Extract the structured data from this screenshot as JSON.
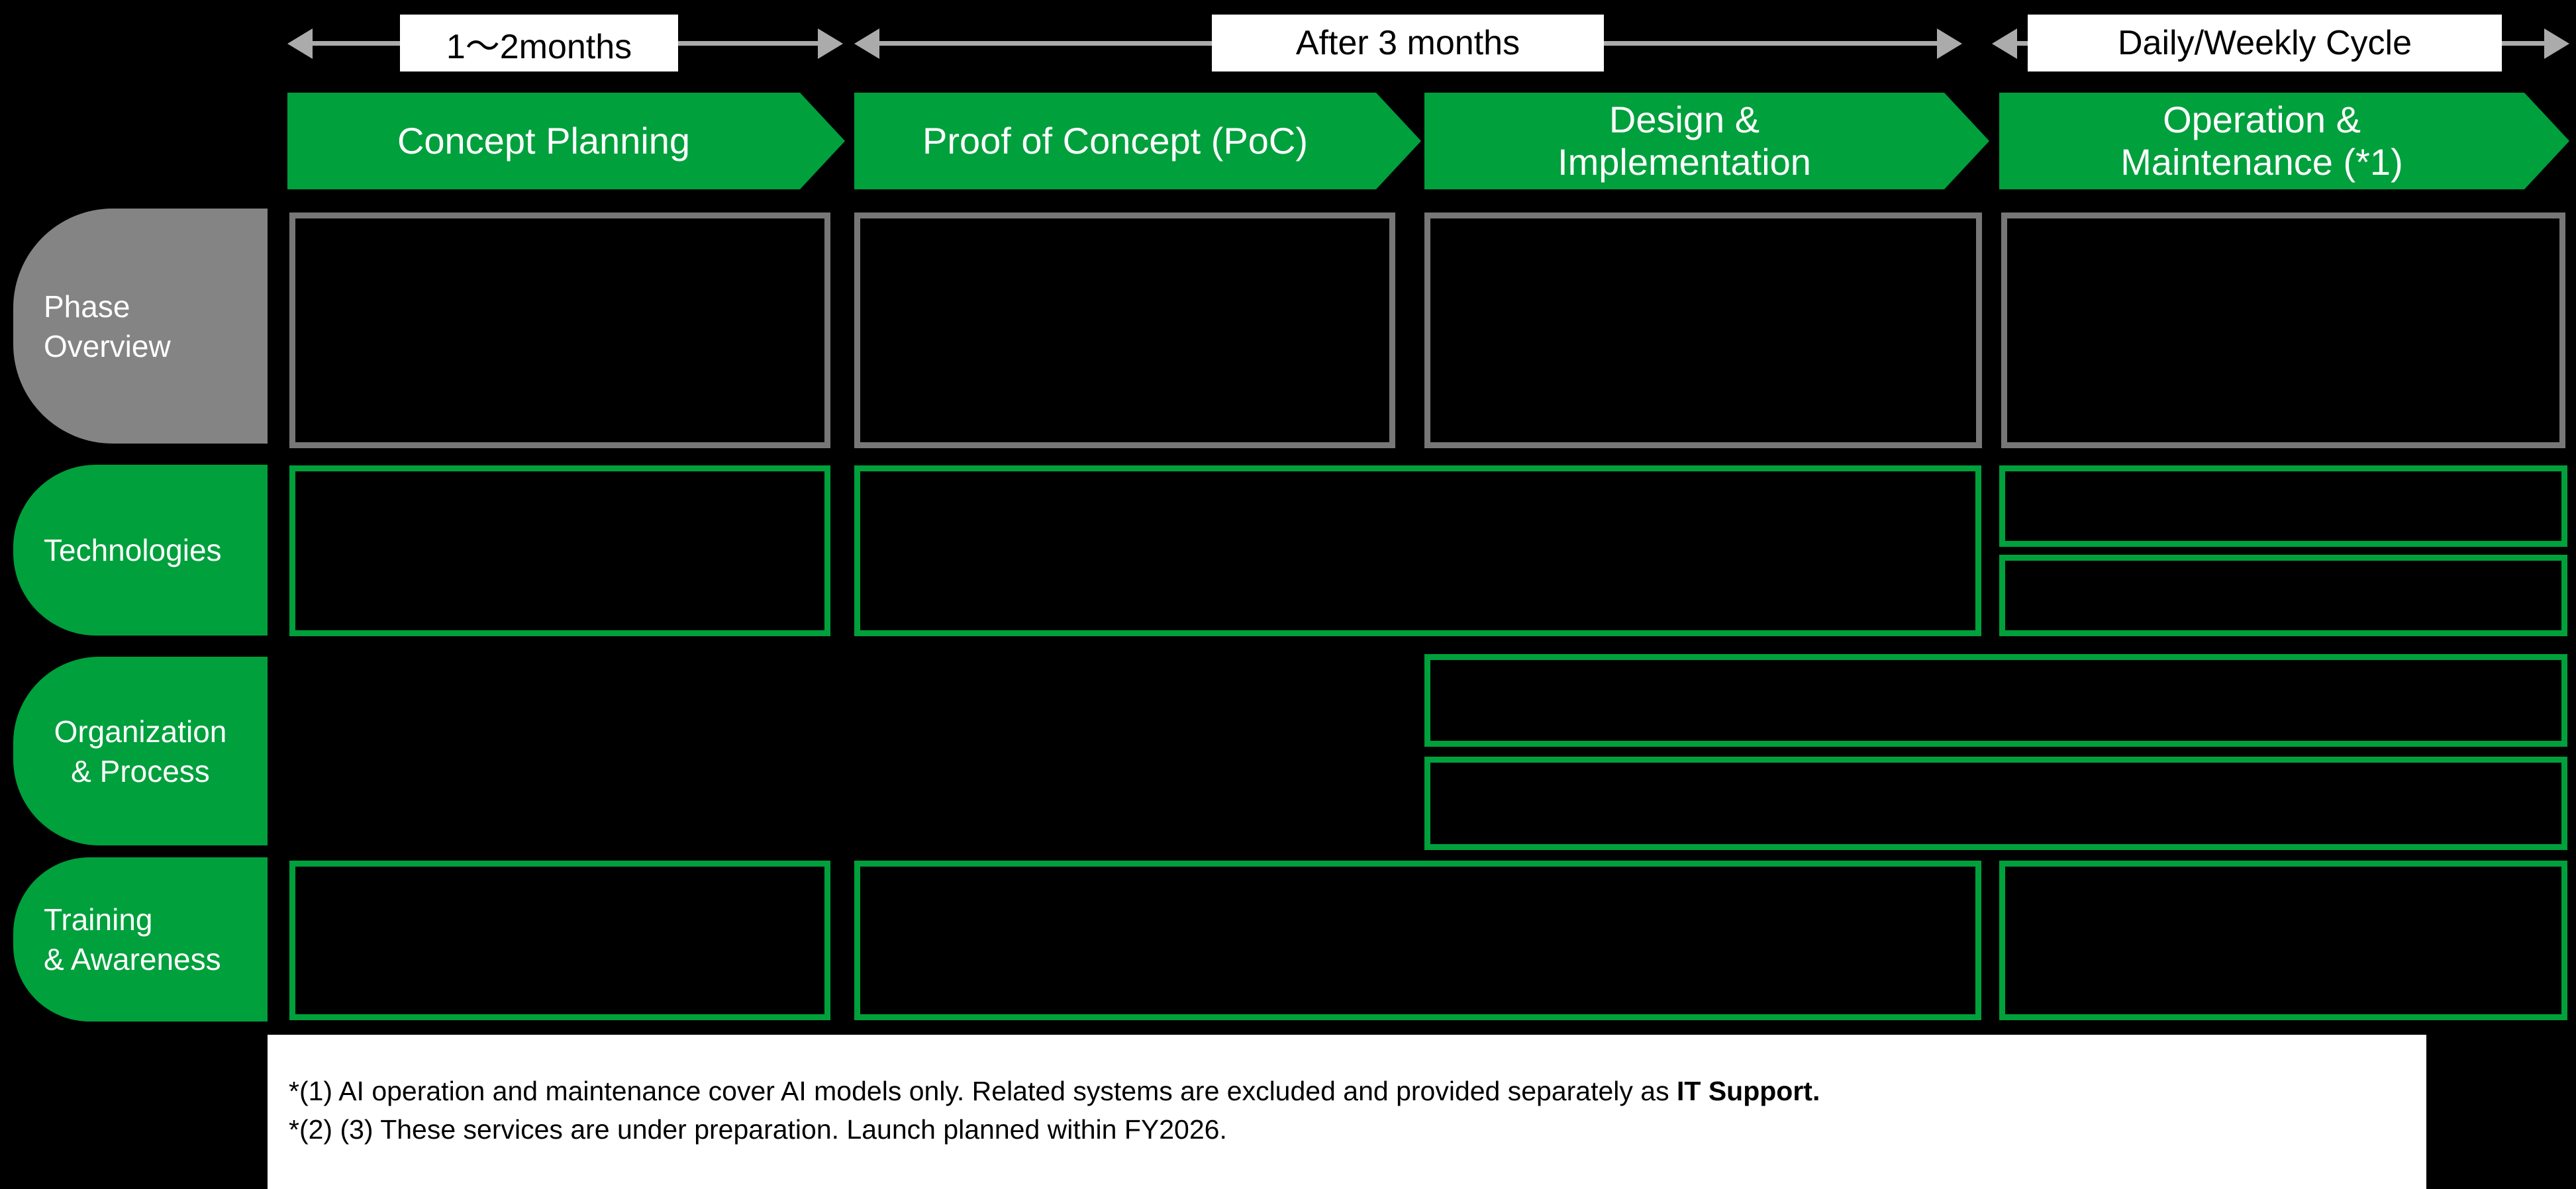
{
  "colors": {
    "background": "#000000",
    "accent_green": "#00A03C",
    "pill_gray": "#848484",
    "box_border_gray": "#777777",
    "timeline_gray": "#ABABAB",
    "label_bg": "#FFFFFF"
  },
  "timeline": {
    "segments": [
      {
        "label": "1〜2months"
      },
      {
        "label": "After 3 months"
      },
      {
        "label": "Daily/Weekly Cycle"
      }
    ]
  },
  "phases": [
    {
      "lines": [
        "Concept Planning"
      ]
    },
    {
      "lines": [
        "Proof of Concept (PoC)"
      ]
    },
    {
      "lines": [
        "Design &",
        "Implementation"
      ]
    },
    {
      "lines": [
        "Operation &",
        "Maintenance (*1)"
      ]
    }
  ],
  "row_headers": [
    {
      "lines": [
        "Phase",
        "Overview"
      ]
    },
    {
      "lines": [
        "Technologies"
      ]
    },
    {
      "lines": [
        "Organization",
        "& Process"
      ]
    },
    {
      "lines": [
        "Training",
        "& Awareness"
      ]
    }
  ],
  "footnotes": {
    "line1_text": "*(1) AI operation and maintenance cover AI models only. Related systems are excluded and provided separately as ",
    "line1_bold": "IT Support.",
    "line2_text": "*(2) (3) These services are under preparation. Launch planned within FY2026."
  }
}
